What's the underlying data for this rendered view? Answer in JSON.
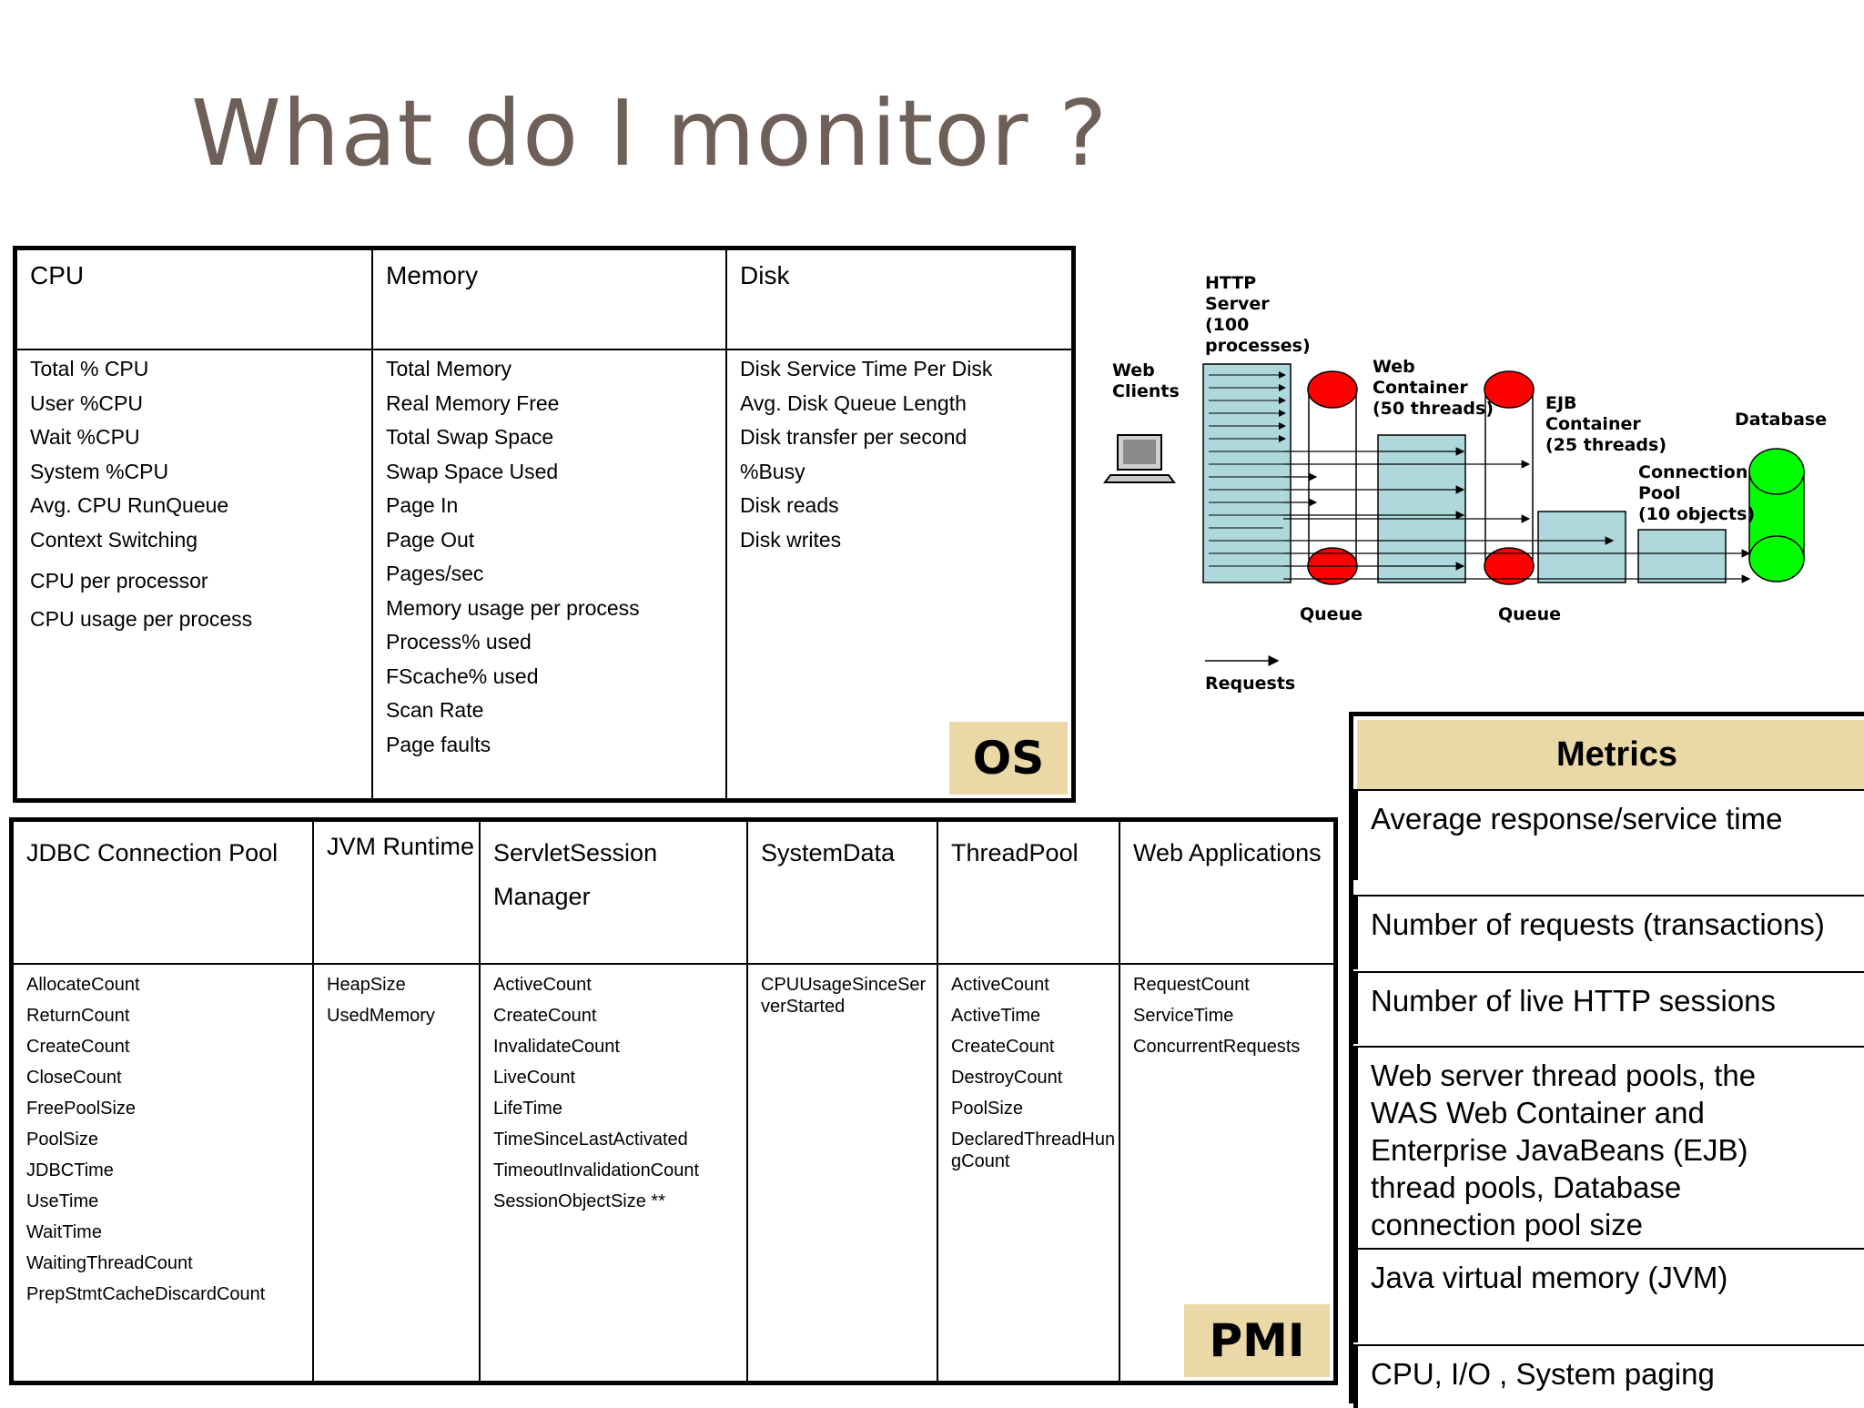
{
  "title": "What do I monitor ?",
  "os": {
    "columns": [
      {
        "header": "CPU",
        "items": [
          "Total % CPU",
          "User %CPU",
          "Wait %CPU",
          "System %CPU",
          "Avg. CPU RunQueue",
          "Context Switching",
          "CPU per processor",
          "CPU usage per process"
        ]
      },
      {
        "header": "Memory",
        "items": [
          "Total Memory",
          "Real Memory Free",
          "Total Swap Space",
          "Swap Space Used",
          "Page In",
          "Page Out",
          "Pages/sec",
          "Memory usage per process",
          "Process% used",
          "FScache% used",
          "Scan Rate",
          "Page faults"
        ]
      },
      {
        "header": "Disk",
        "items": [
          "Disk Service Time Per Disk",
          "Avg. Disk Queue Length",
          "Disk transfer per second",
          "%Busy",
          "Disk reads",
          "Disk writes"
        ]
      }
    ],
    "badge": "OS"
  },
  "pmi": {
    "columns": [
      {
        "header": "JDBC Connection Pool",
        "items": [
          "AllocateCount",
          "ReturnCount",
          "CreateCount",
          "CloseCount",
          "FreePoolSize",
          "PoolSize",
          "JDBCTime",
          "UseTime",
          "WaitTime",
          "WaitingThreadCount",
          "PrepStmtCacheDiscardCount"
        ]
      },
      {
        "header": "JVM Runtime",
        "items": [
          "HeapSize",
          "UsedMemory"
        ]
      },
      {
        "header": "ServletSession Manager",
        "items": [
          "ActiveCount",
          "CreateCount",
          "InvalidateCount",
          "LiveCount",
          "LifeTime",
          "TimeSinceLastActivated",
          "TimeoutInvalidationCount",
          "SessionObjectSize **"
        ]
      },
      {
        "header": "SystemData",
        "items": [
          "CPUUsageSinceServerStarted"
        ]
      },
      {
        "header": "ThreadPool",
        "items": [
          "ActiveCount",
          "ActiveTime",
          "CreateCount",
          "DestroyCount",
          "PoolSize",
          "DeclaredThreadHungCount"
        ]
      },
      {
        "header": "Web Applications",
        "items": [
          "RequestCount",
          "ServiceTime",
          "ConcurrentRequests"
        ]
      }
    ],
    "badge": "PMI"
  },
  "metrics": {
    "header": "Metrics",
    "rows": [
      "Average response/service time",
      "Number of requests (transactions)",
      "Number of live HTTP sessions",
      "Web server thread pools, the WAS Web Container and Enterprise JavaBeans (EJB) thread pools, Database connection pool size",
      "Java virtual memory (JVM)",
      "CPU, I/O , System paging"
    ]
  },
  "diagram": {
    "web_clients": "Web\nClients",
    "http_server": "HTTP\nServer\n(100\nprocesses)",
    "web_container": "Web\nContainer\n(50 threads)",
    "ejb_container": "EJB\nContainer\n(25 threads)",
    "database": "Database",
    "connection_pool": "Connection\nPool\n(10 objects)",
    "queue_left": "Queue",
    "queue_right": "Queue",
    "requests": "Requests",
    "colors": {
      "box_fill": "#aed8dc",
      "queue": "#ff0000",
      "database": "#00ff00",
      "badge": "#ead8a6",
      "title": "#6e6058"
    }
  }
}
